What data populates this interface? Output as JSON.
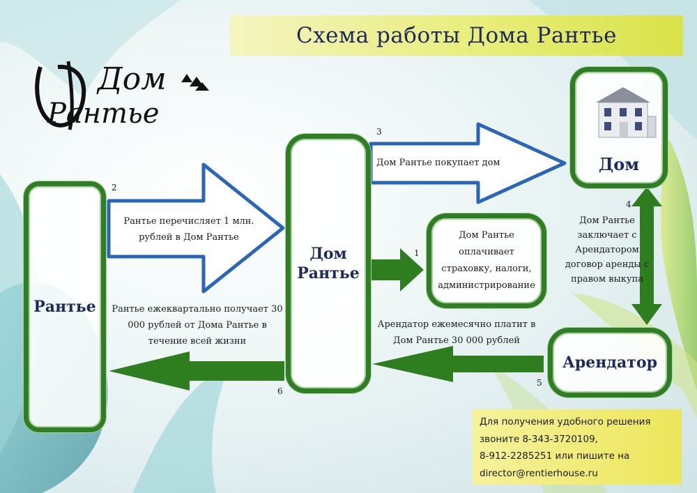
{
  "title": "Схема работы Дома Рантье",
  "logo": {
    "line1": "Дом",
    "line2": "Рантье"
  },
  "boxes": {
    "rantier": "Рантье",
    "dom_rantier": "Дом Рантье",
    "house": "Дом",
    "tenant": "Арендатор",
    "expenses": "Дом Рантье оплачивает страховку, налоги, администрирование"
  },
  "steps": [
    {
      "num": "1"
    },
    {
      "num": "2",
      "text": "Рантье перечисляет 1 млн. рублей в Дом Рантье"
    },
    {
      "num": "3",
      "text": "Дом Рантье покупает дом"
    },
    {
      "num": "4",
      "text": "Дом Рантье заключает с Арендатором договор аренды с правом выкупа"
    },
    {
      "num": "5",
      "text": "Арендатор ежемесячно платит в Дом Рантье 30 000 рублей"
    },
    {
      "num": "6",
      "text": "Рантье ежеквартально получает 30 000 рублей от Дома Рантье в течение всей жизни"
    }
  ],
  "contact": {
    "line1": "Для получения удобного решения",
    "line2": "звоните 8-343-3720109,",
    "line3": "8-912-2285251 или пишите на",
    "line4": "director@rentierhouse.ru"
  },
  "colors": {
    "title_text": "#1f2a5c",
    "box_border": "#2f7d25",
    "blue_arrow": "#2a66b8",
    "green_arrow": "#2e7d1f",
    "banner": "#e8ee7a"
  }
}
